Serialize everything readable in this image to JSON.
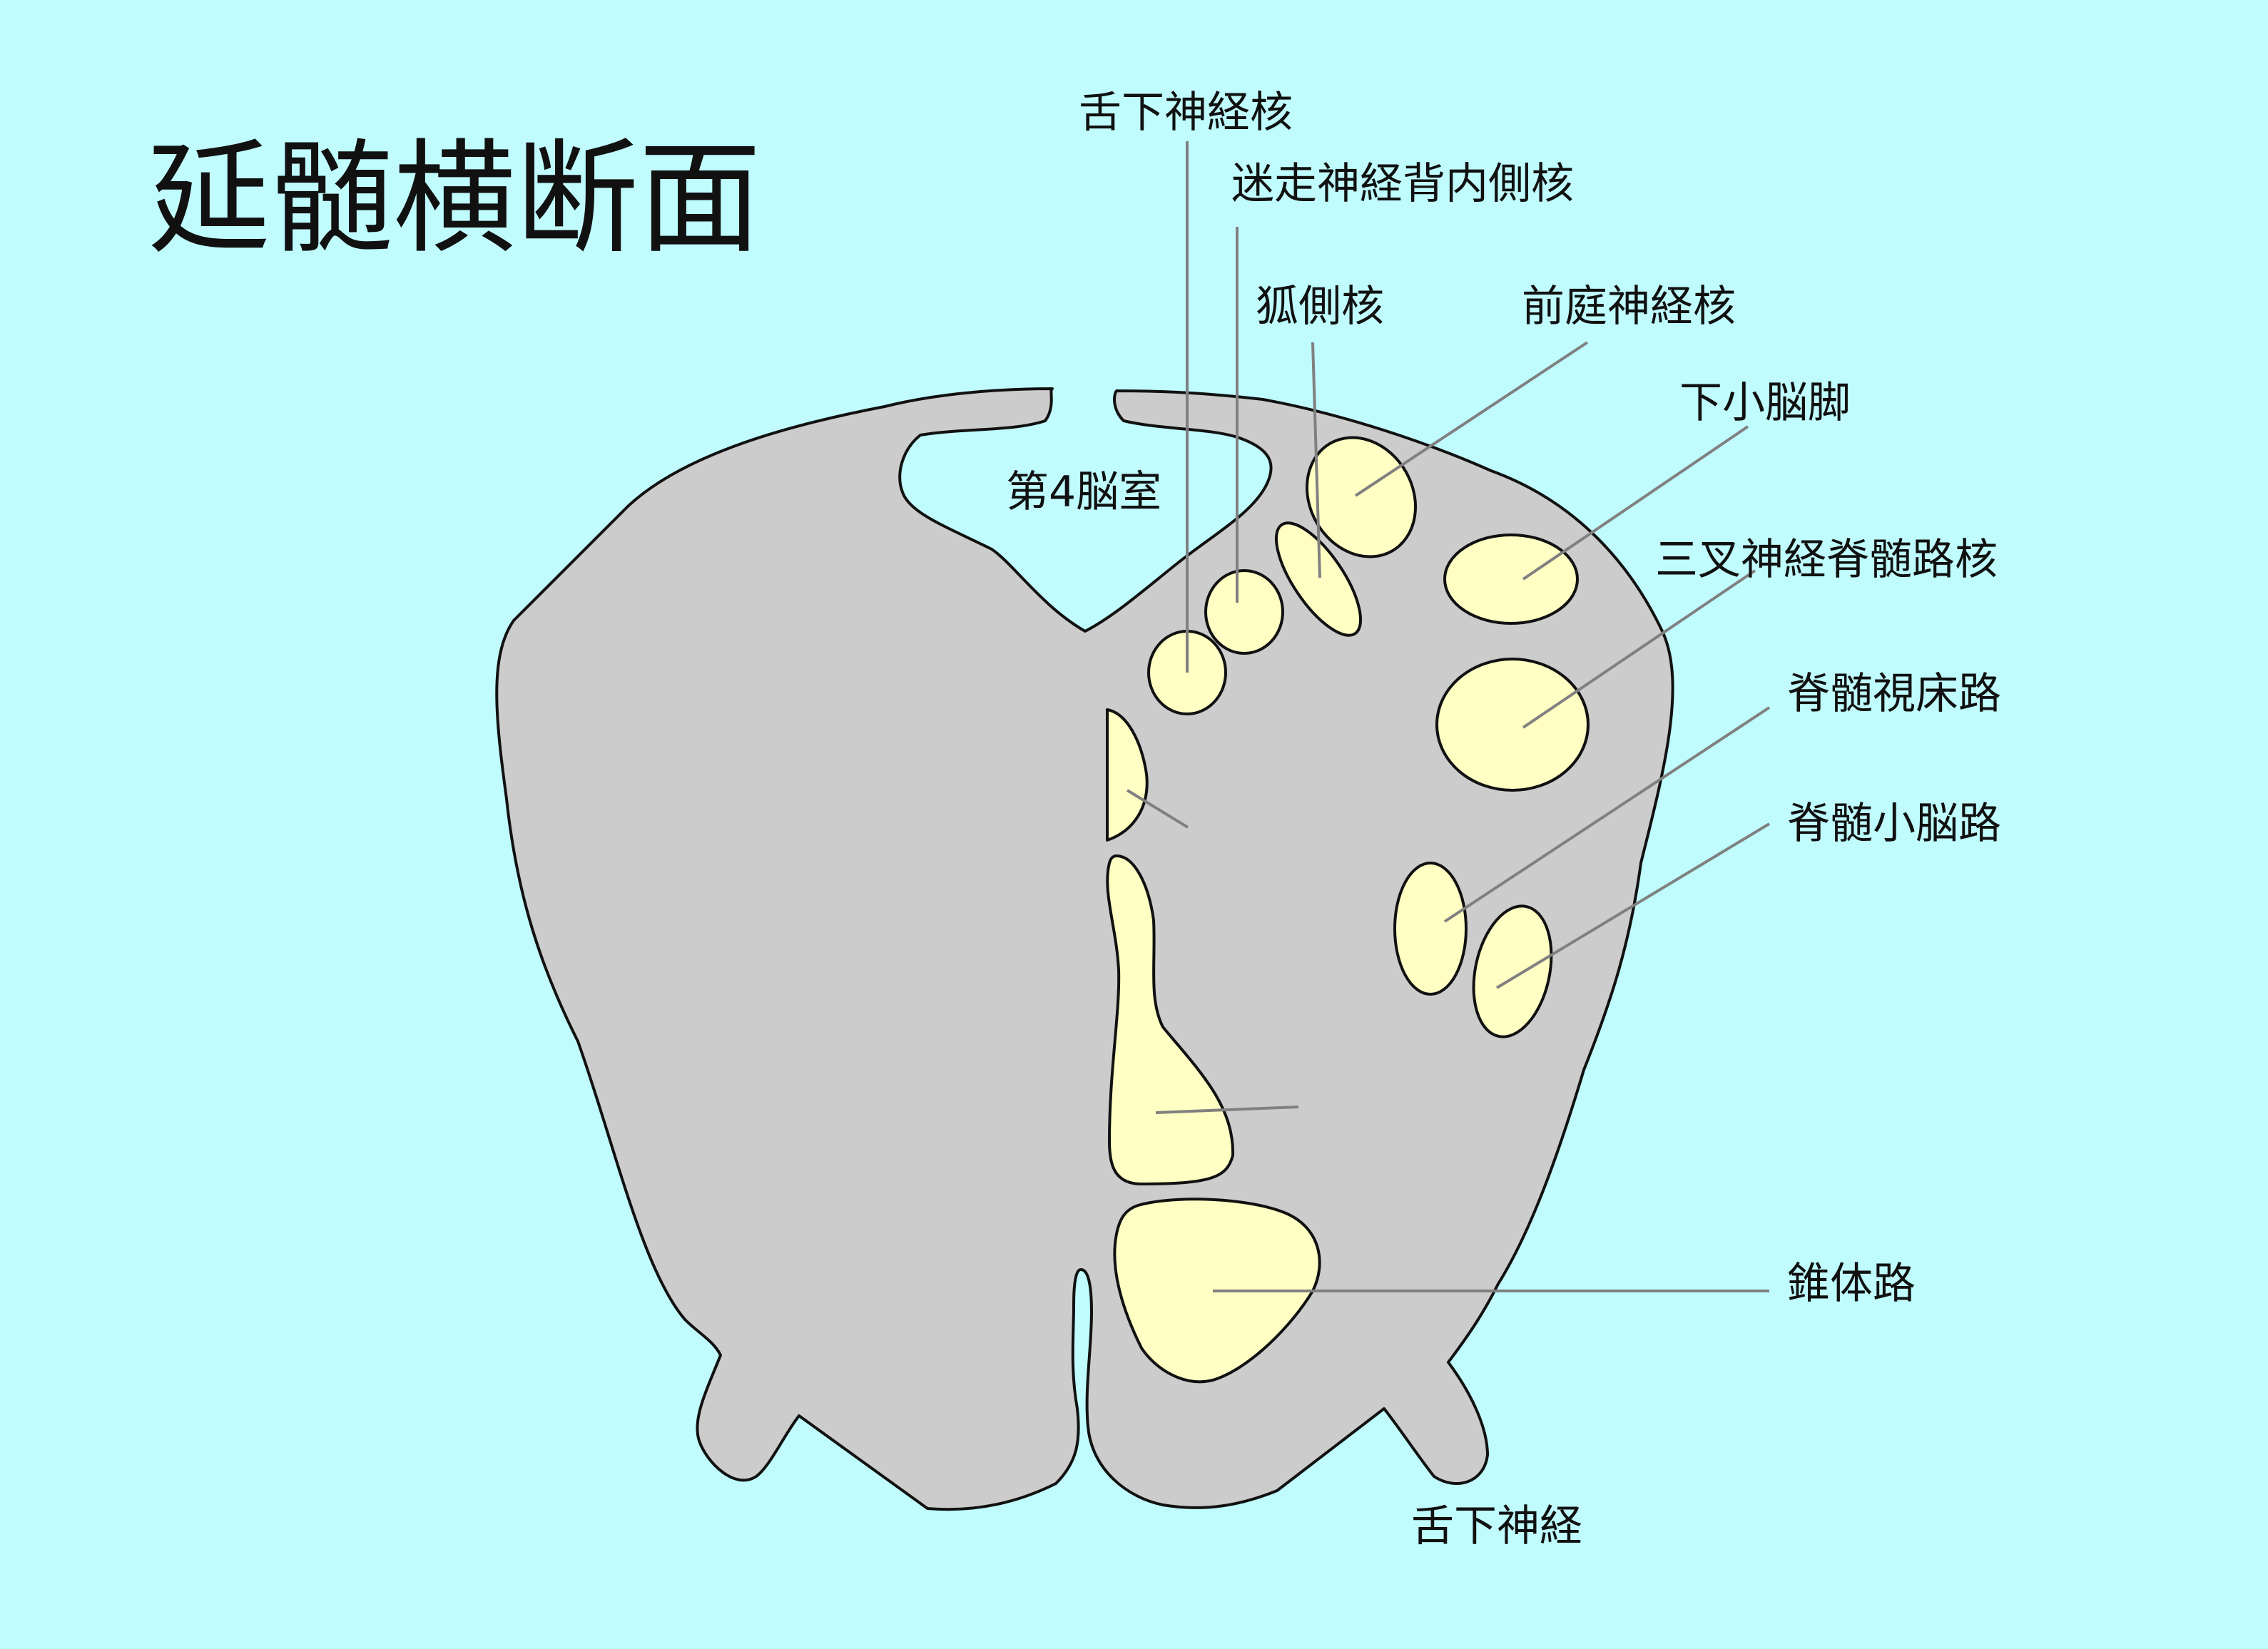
{
  "title": "延髄横断面",
  "labels": {
    "hypoglossal_nucleus": "舌下神経核",
    "dorsal_vagal_nucleus": "迷走神経背内側核",
    "nucleus_ambiguus": "狐側核",
    "vestibular_nucleus": "前庭神経核",
    "inferior_cerebellar_peduncle": "下小脳脚",
    "fourth_ventricle": "第4脳室",
    "spinal_trigeminal_nucleus": "三叉神経脊髄路核",
    "spinothalamic_tract": "脊髄視床路",
    "spinocerebellar_tract": "脊髄小脳路",
    "pyramidal_tract": "錐体路",
    "hypoglossal_nerve": "舌下神経"
  },
  "colors": {
    "background": "#c0fcfe",
    "tissue": "#cccccc",
    "nucleus_fill": "#ffffc4",
    "outline": "#111111",
    "leader_line": "#808080"
  }
}
